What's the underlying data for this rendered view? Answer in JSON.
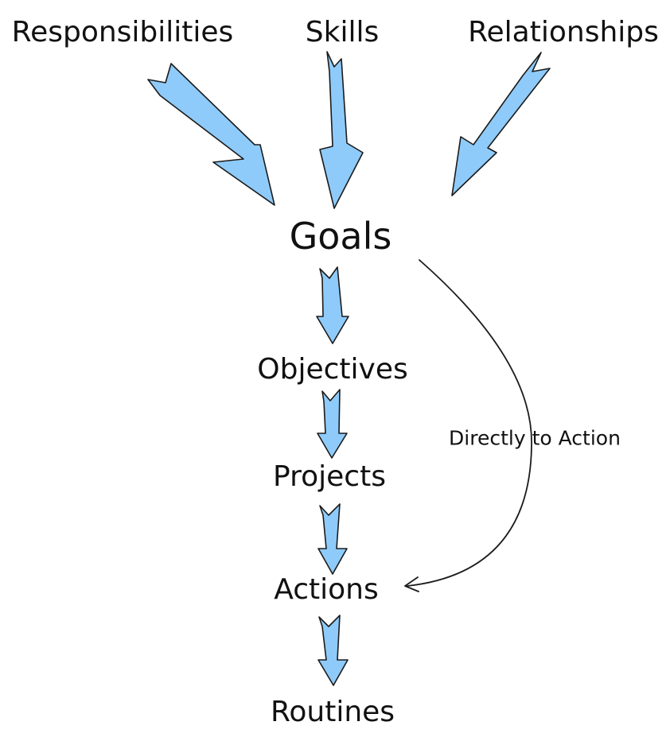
{
  "diagram": {
    "sources": [
      {
        "id": "responsibilities",
        "label": "Responsibilities"
      },
      {
        "id": "skills",
        "label": "Skills"
      },
      {
        "id": "relationships",
        "label": "Relationships"
      }
    ],
    "center": {
      "id": "goals",
      "label": "Goals"
    },
    "chain": [
      {
        "id": "objectives",
        "label": "Objectives"
      },
      {
        "id": "projects",
        "label": "Projects"
      },
      {
        "id": "actions",
        "label": "Actions"
      },
      {
        "id": "routines",
        "label": "Routines"
      }
    ],
    "shortcut": {
      "from": "goals",
      "to": "actions",
      "label": "Directly to Action"
    },
    "colors": {
      "arrow_fill": "#8ecbfa",
      "arrow_stroke": "#1b1b1b",
      "text": "#111111"
    }
  }
}
